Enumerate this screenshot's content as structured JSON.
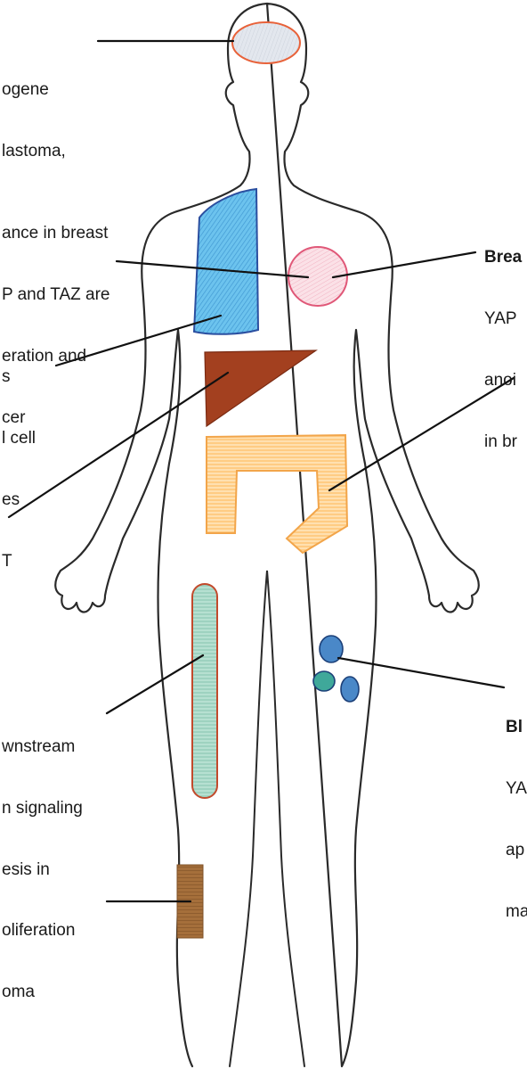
{
  "colors": {
    "outline": "#2a2a2a",
    "brain_fill": "#dfe3ea",
    "brain_stroke": "#e8623a",
    "lung_fill": "#5db8e6",
    "lung_stroke": "#2b4fa0",
    "breast_fill": "#f8d7df",
    "breast_stroke": "#e05878",
    "liver_fill": "#a3401f",
    "intestine_fill": "#ffd49a",
    "intestine_stroke": "#f2a54a",
    "femur_fill": "#a9d9c8",
    "femur_stroke": "#c24a2c",
    "blood_fill": "#4a88c8",
    "blood_alt": "#3fa89a",
    "bone_fill": "#9a6634",
    "leader": "#111111"
  },
  "labels": {
    "brain": [
      "ogene",
      "lastoma,"
    ],
    "lung": [
      "ance in breast",
      "P and TAZ are",
      "eration and",
      "cer"
    ],
    "lung2": [
      "s",
      "l cell",
      "es",
      "T"
    ],
    "breast": {
      "title": "Brea",
      "lines": [
        "YAP",
        "anoi",
        "in br"
      ]
    },
    "leg": [
      "wnstream",
      "n signaling",
      "esis in"
    ],
    "blood": {
      "title": "Bl",
      "lines": [
        "YA",
        "ap",
        "ma"
      ]
    },
    "bone": [
      "oliferation",
      "oma"
    ]
  }
}
